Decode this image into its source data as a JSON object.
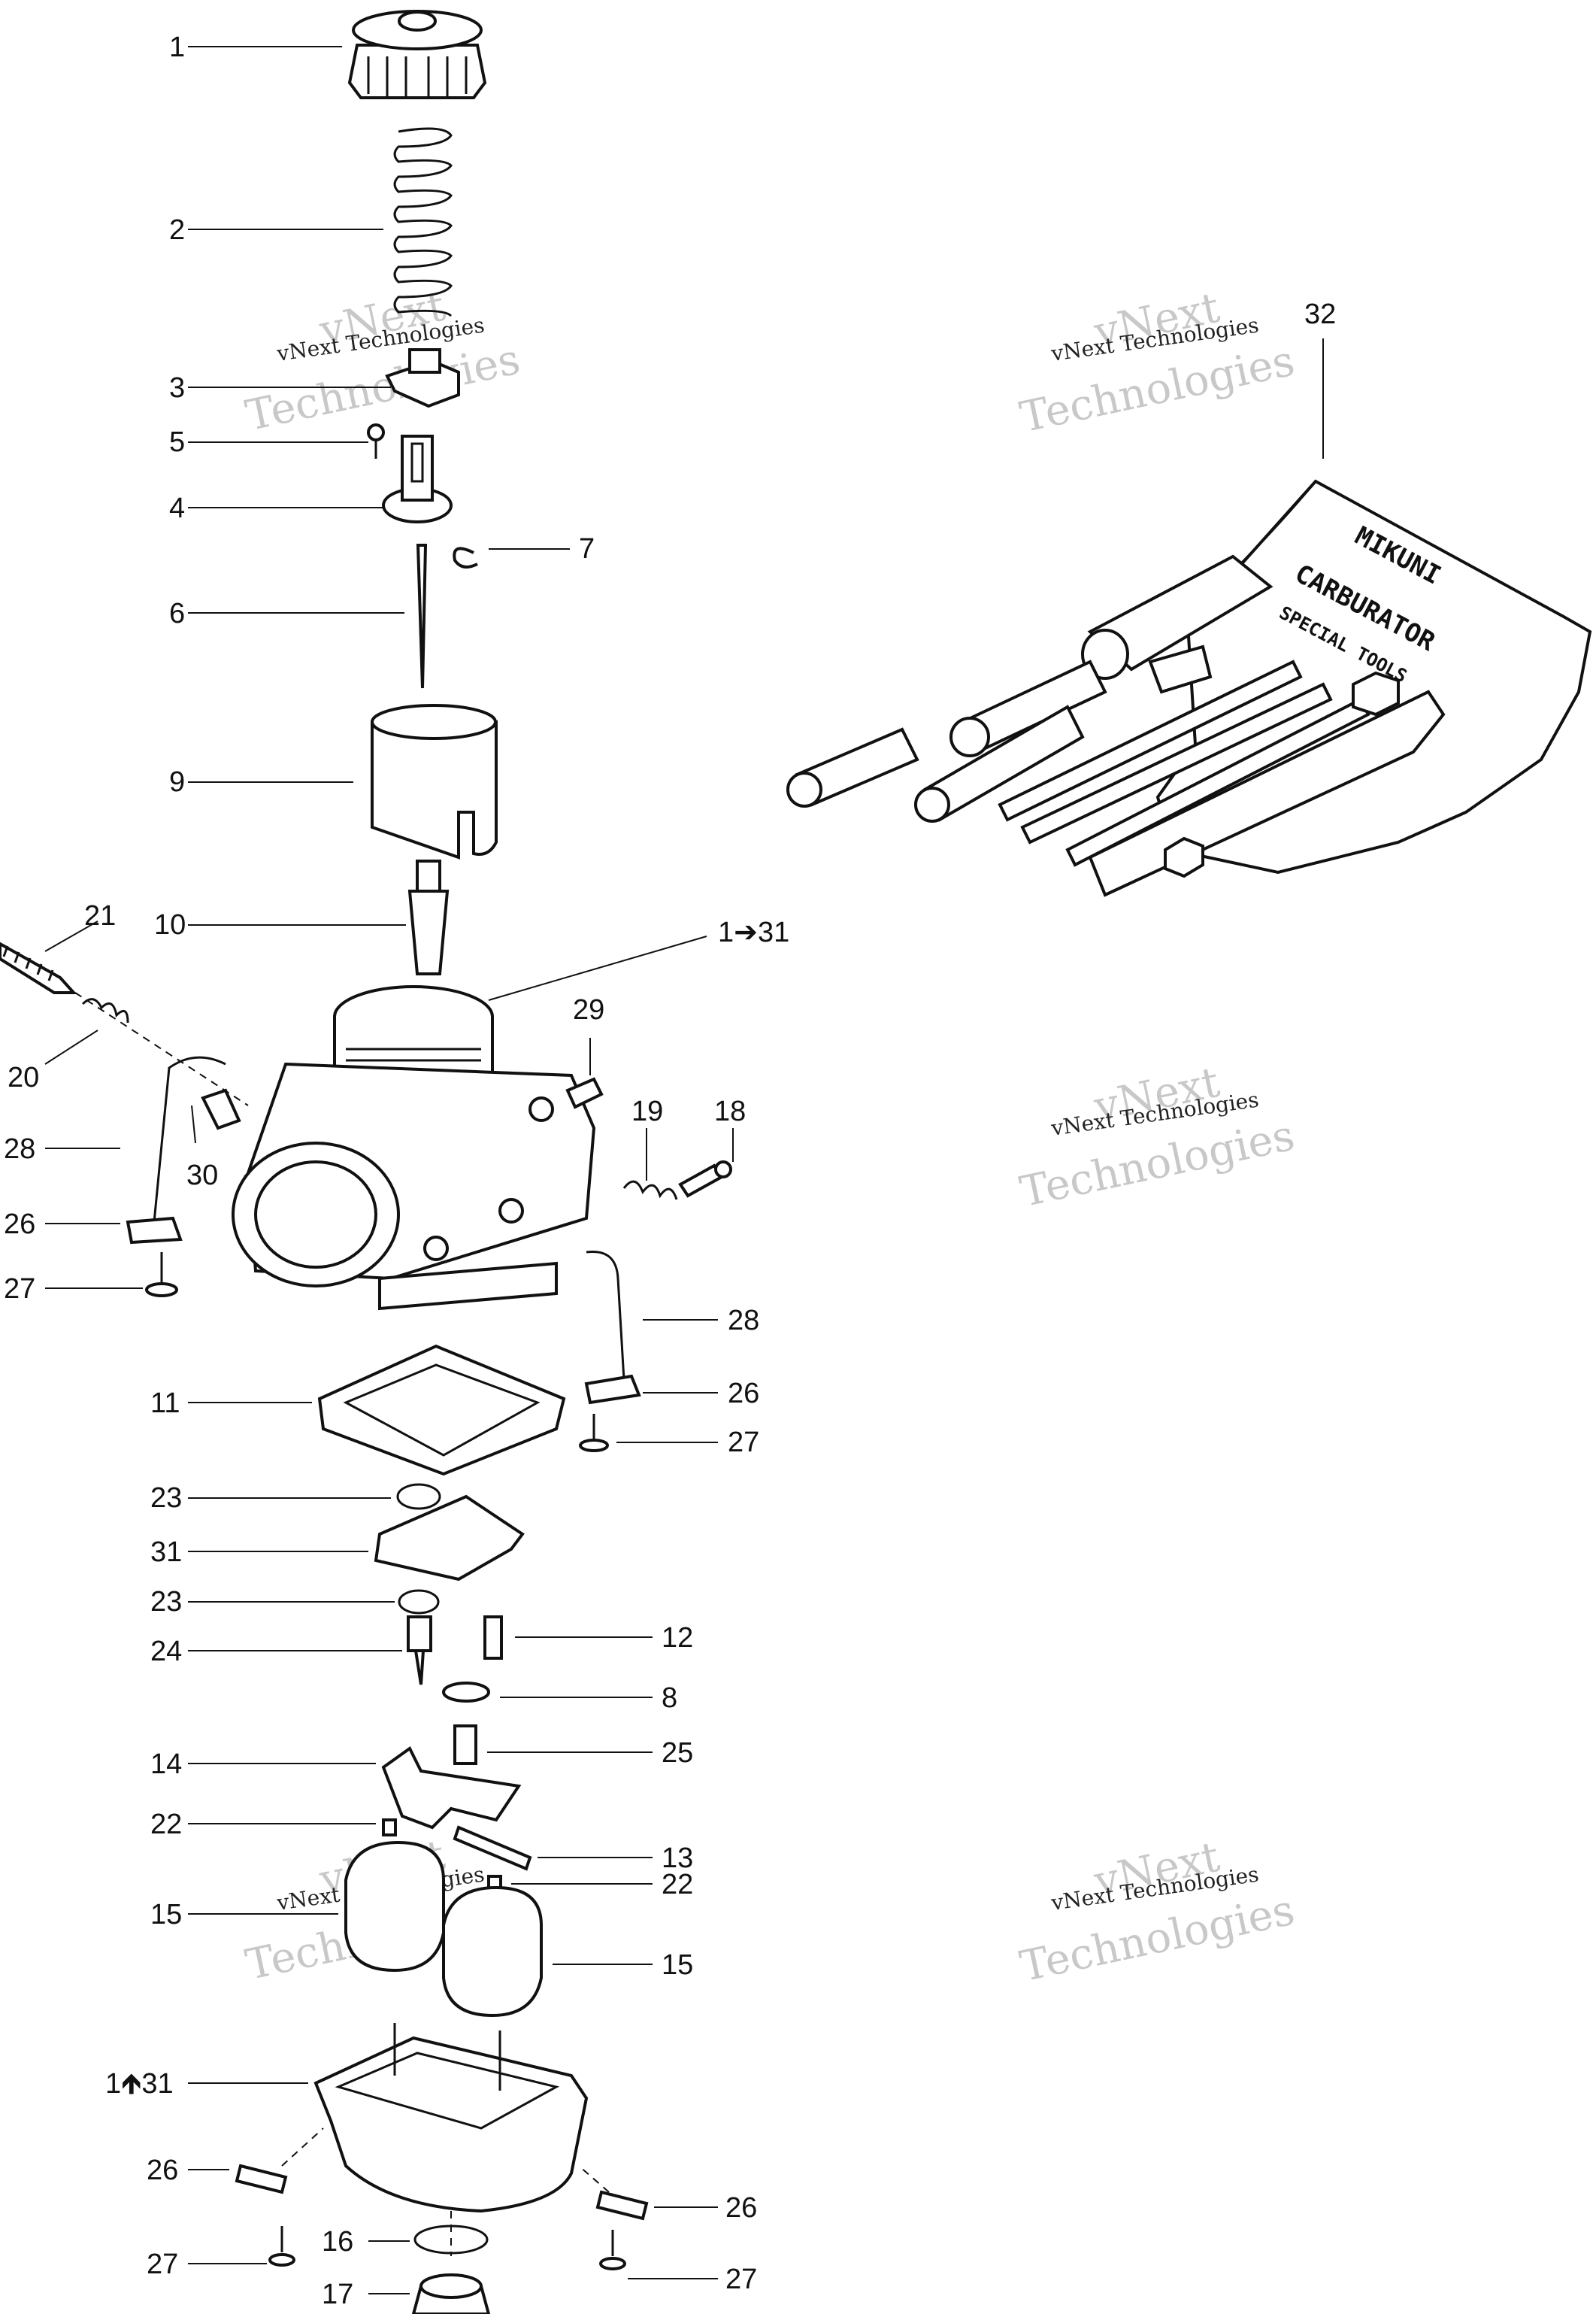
{
  "callouts": {
    "c1": "1",
    "c2": "2",
    "c3": "3",
    "c5": "5",
    "c4": "4",
    "c7": "7",
    "c6": "6",
    "c9": "9",
    "c10": "10",
    "c21": "21",
    "c1to31_top": "1➔31",
    "c20": "20",
    "c29": "29",
    "c28a": "28",
    "c30": "30",
    "c19": "19",
    "c18": "18",
    "c26a": "26",
    "c27a": "27",
    "c28b": "28",
    "c26b": "26",
    "c27b": "27",
    "c11": "11",
    "c23a": "23",
    "c31": "31",
    "c23b": "23",
    "c24": "24",
    "c12": "12",
    "c8": "8",
    "c14": "14",
    "c25": "25",
    "c22a": "22",
    "c13": "13",
    "c22b": "22",
    "c15a": "15",
    "c15b": "15",
    "c1to31_bottom": "1🡹31",
    "c26c": "26",
    "c26d": "26",
    "c16": "16",
    "c27c": "27",
    "c27d": "27",
    "c17": "17",
    "c32": "32"
  },
  "watermark": {
    "line1": "vNext",
    "line2": "Technologies",
    "label": "vNext Technologies"
  },
  "kit_label": {
    "brand": "MIKUNI",
    "line1": "CARBURATOR",
    "line2": "SPECIAL TOOLS"
  }
}
